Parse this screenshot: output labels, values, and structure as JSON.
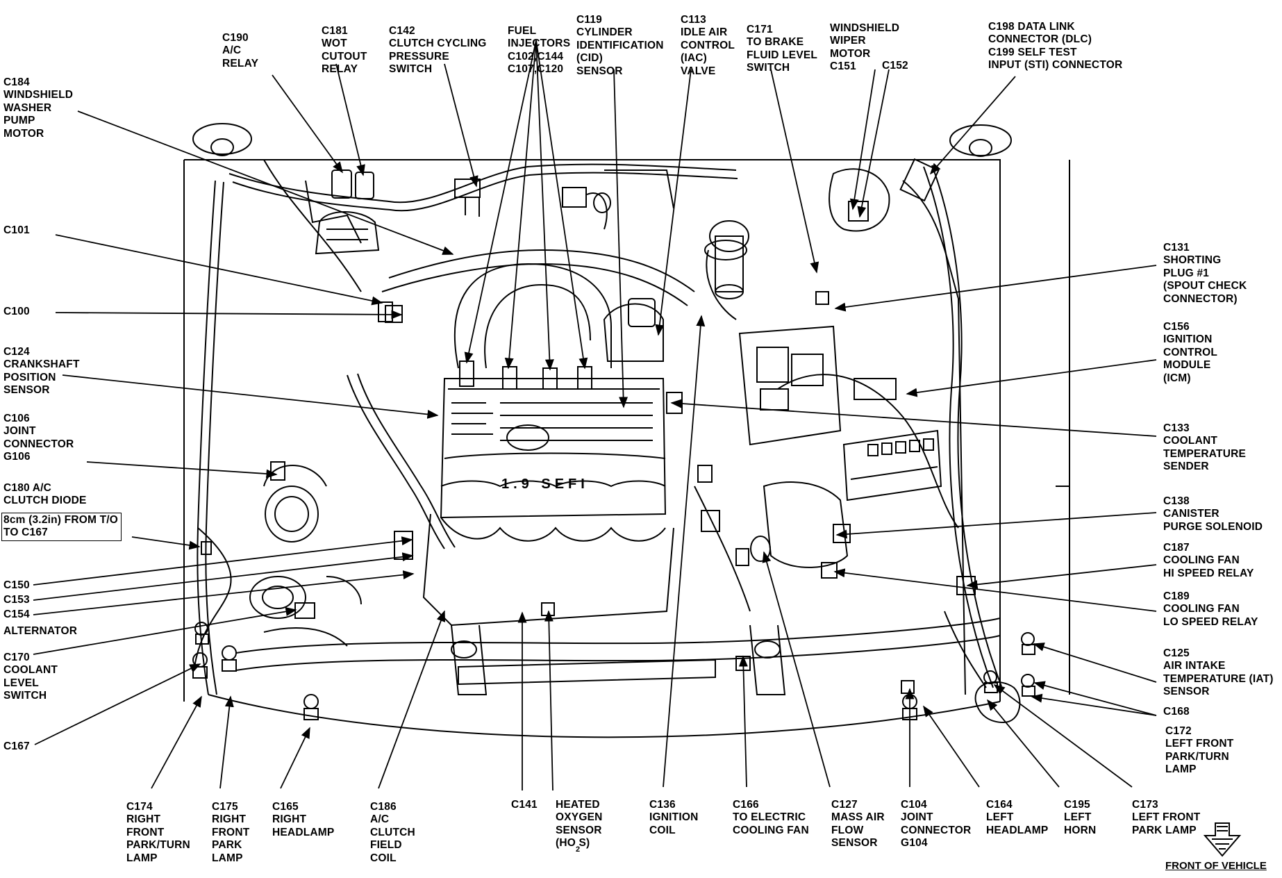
{
  "labels": {
    "c190": "C190\nA/C\nRELAY",
    "c181": "C181\nWOT\nCUTOUT\nRELAY",
    "c142": "C142\nCLUTCH CYCLING\nPRESSURE\nSWITCH",
    "fuel_injectors": "FUEL\nINJECTORS\nC102,C144\nC107,C120",
    "c119": "C119\nCYLINDER\nIDENTIFICATION\n(CID)\nSENSOR",
    "c113": "C113\nIDLE AIR\nCONTROL\n(IAC)\nVALVE",
    "c171": "C171\nTO BRAKE\nFLUID LEVEL\nSWITCH",
    "wiper_motor": "WINDSHIELD\nWIPER\nMOTOR\nC151",
    "c152": "C152",
    "c198": "C198 DATA LINK\nCONNECTOR (DLC)\nC199 SELF TEST\nINPUT (STI) CONNECTOR",
    "c184": "C184\nWINDSHIELD\nWASHER\nPUMP\nMOTOR",
    "c101": "C101",
    "c100": "C100",
    "c124": "C124\nCRANKSHAFT\nPOSITION\nSENSOR",
    "c106": "C106\nJOINT\nCONNECTOR\nG106",
    "c180": "C180 A/C\nCLUTCH DIODE",
    "c180_note": "8cm (3.2in) FROM T/O\nTO C167",
    "c150": "C150",
    "c153": "C153",
    "c154": "C154",
    "alternator": "ALTERNATOR",
    "c170": "C170\nCOOLANT\nLEVEL\nSWITCH",
    "c167": "C167",
    "c131": "C131\nSHORTING\nPLUG #1\n(SPOUT CHECK\nCONNECTOR)",
    "c156": "C156\nIGNITION\nCONTROL\nMODULE\n(ICM)",
    "c133": "C133\nCOOLANT\nTEMPERATURE\nSENDER",
    "c138": "C138\nCANISTER\nPURGE SOLENOID",
    "c187": "C187\nCOOLING FAN\nHI SPEED RELAY",
    "c189": "C189\nCOOLING FAN\nLO SPEED RELAY",
    "c125": "C125\nAIR INTAKE\nTEMPERATURE (IAT)\nSENSOR",
    "c168_right": "C168",
    "c172": "C172\nLEFT FRONT\nPARK/TURN\nLAMP",
    "c174": "C174\nRIGHT\nFRONT\nPARK/TURN\nLAMP",
    "c175": "C175\nRIGHT\nFRONT\nPARK\nLAMP",
    "c165": "C165\nRIGHT\nHEADLAMP",
    "c186": "C186\nA/C\nCLUTCH\nFIELD\nCOIL",
    "c141": "C141",
    "ho2s": "HEATED\nOXYGEN\nSENSOR\n(HO S)",
    "ho2s_sub": "2",
    "c136": "C136\nIGNITION\nCOIL",
    "c166": "C166\nTO ELECTRIC\nCOOLING FAN",
    "c127": "C127\nMASS AIR\nFLOW\nSENSOR",
    "c104": "C104\nJOINT\nCONNECTOR\nG104",
    "c164": "C164\nLEFT\nHEADLAMP",
    "c195": "C195\nLEFT\nHORN",
    "c173": "C173\nLEFT FRONT\nPARK LAMP",
    "front_of_vehicle": "FRONT OF VEHICLE",
    "engine_mark": "1.9 SEFI"
  }
}
